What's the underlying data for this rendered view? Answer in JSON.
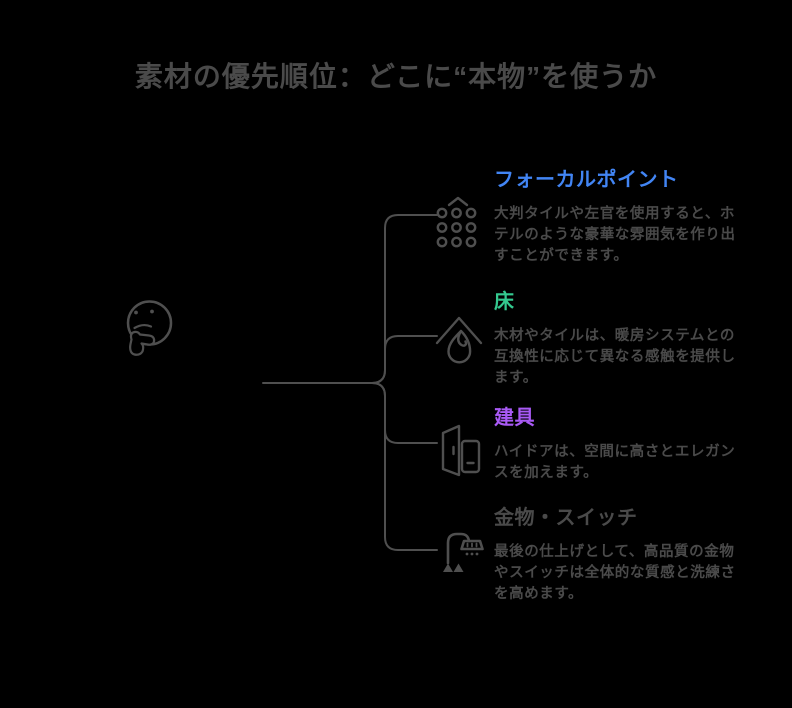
{
  "page": {
    "title": "素材の優先順位：どこに“本物”を使うか",
    "background_color": "#000000",
    "text_color": "#4a4a4a",
    "line_color": "#4f4f4f"
  },
  "center": {
    "icon": "thinking-face-icon"
  },
  "branches": [
    {
      "heading": "フォーカルポイント",
      "heading_color": "#4285f4",
      "icon": "tile-grid-icon",
      "body": "大判タイルや左官を使用すると、ホテルのような豪華な雰囲気を作り出すことができます。"
    },
    {
      "heading": "床",
      "heading_color": "#34c98f",
      "icon": "floor-heating-icon",
      "body": "木材やタイルは、暖房システムとの互換性に応じて異なる感触を提供します。"
    },
    {
      "heading": "建具",
      "heading_color": "#a95af5",
      "icon": "door-icon",
      "body": "ハイドアは、空間に高さとエレガンスを加えます。"
    },
    {
      "heading": "金物・スイッチ",
      "heading_color": "#4a4a4a",
      "icon": "shower-fixture-icon",
      "body": "最後の仕上げとして、高品質の金物やスイッチは全体的な質感と洗練さを高めます。"
    }
  ]
}
